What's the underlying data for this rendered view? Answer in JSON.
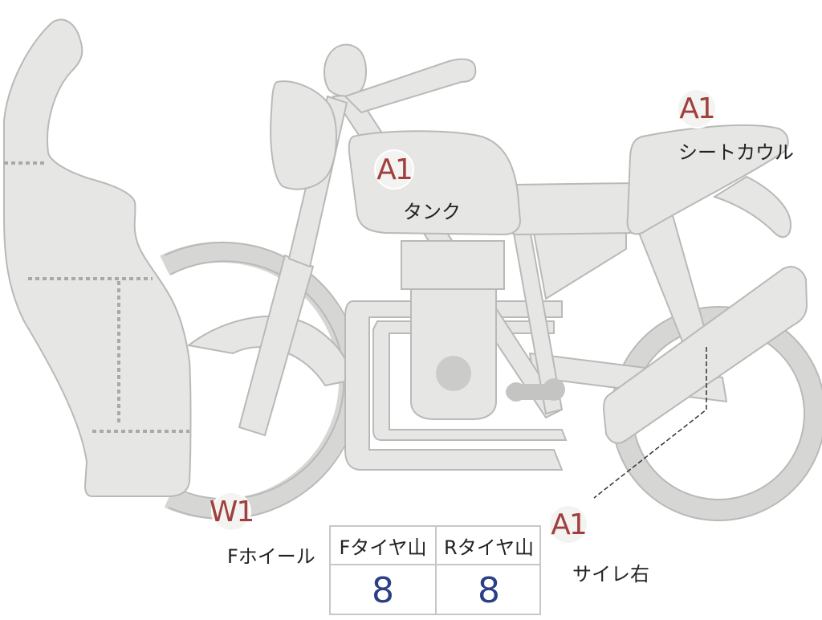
{
  "parts": [
    {
      "code": "A1",
      "name": "タンク"
    },
    {
      "code": "A1",
      "name": "シートカウル"
    },
    {
      "code": "W1",
      "name": "Fホイール"
    },
    {
      "code": "A1",
      "name": "サイレ右"
    }
  ],
  "tread_table": {
    "headers": [
      "Fタイヤ山",
      "Rタイヤ山"
    ],
    "values": [
      "8",
      "8"
    ]
  },
  "colors": {
    "part_fill": "#e6e6e4",
    "part_stroke": "#b9bab8",
    "badge_text": "#a0403e",
    "value_text": "#2b3f86"
  }
}
